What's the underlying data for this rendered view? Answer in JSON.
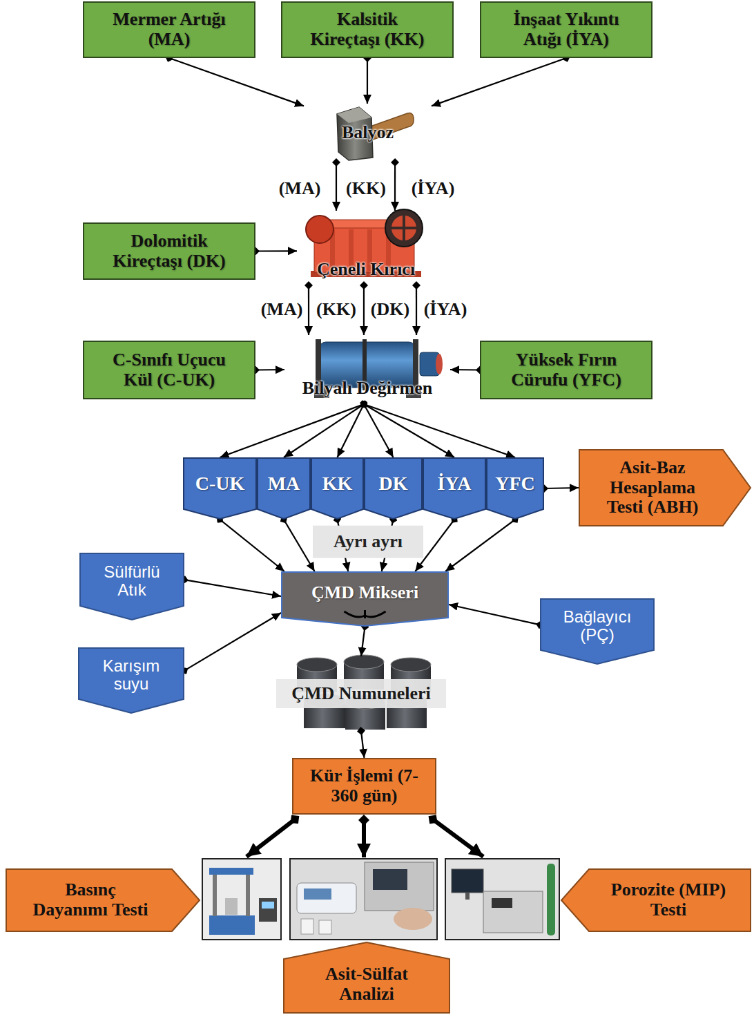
{
  "diagram": {
    "nodes": [
      {
        "text": [
          "Mermer Artığı (MA)"
        ]
      },
      {
        "text": [
          "Kalsitik Kireçtaşı (KK)"
        ]
      },
      {
        "text": [
          "İnşaat Yıkıntı Atığı (İYA)"
        ]
      },
      {
        "text": [
          "Balyoz"
        ]
      },
      {
        "text": [
          "Dolomitik Kireçtaşı (DK)"
        ]
      },
      {
        "text": [
          "Çeneli Kırıcı"
        ]
      },
      {
        "text": [
          "C-Sınıfı Uçucu Kül (C-UK)"
        ]
      },
      {
        "text": [
          "Bilyalı Değirmen"
        ]
      },
      {
        "text": [
          "Yüksek Fırın Cürufu (YFC)"
        ]
      },
      {
        "text": [
          "C-UK"
        ]
      },
      {
        "text": [
          "MA"
        ]
      },
      {
        "text": [
          "KK"
        ]
      },
      {
        "text": [
          "DK"
        ]
      },
      {
        "text": [
          "İYA"
        ]
      },
      {
        "text": [
          "YFC"
        ]
      },
      {
        "text": [
          "Asit-Baz Hesaplama Testi (ABH)"
        ]
      },
      {
        "text": [
          "Sülfürlü Atık"
        ]
      },
      {
        "text": [
          "ÇMD Mikseri"
        ]
      },
      {
        "text": [
          "Bağlayıcı (PÇ)"
        ]
      },
      {
        "text": [
          "Karışım suyu"
        ]
      },
      {
        "text": [
          "ÇMD Numuneleri"
        ]
      },
      {
        "text": [
          "Kür İşlemi (7-360 gün)"
        ]
      },
      {
        "text": [
          "Basınç Dayanımı Testi"
        ]
      },
      {
        "text": [
          "Porozite (MIP) Testi"
        ]
      },
      {
        "text": [
          "Asit-Sülfat Analizi"
        ]
      }
    ],
    "edges": [
      {
        "from": 0,
        "to": 3,
        "arrow": "to"
      },
      {
        "from": 1,
        "to": 3,
        "arrow": "to"
      },
      {
        "from": 2,
        "to": 3,
        "arrow": "to"
      },
      {
        "from": 3,
        "to": 5,
        "arrow": "to"
      },
      {
        "from": 3,
        "to": 5,
        "arrow": "to"
      },
      {
        "from": 4,
        "to": 5,
        "arrow": "to"
      },
      {
        "from": 5,
        "to": 7,
        "arrow": "to"
      },
      {
        "from": 5,
        "to": 7,
        "arrow": "to"
      },
      {
        "from": 5,
        "to": 7,
        "arrow": "to"
      },
      {
        "from": 6,
        "to": 7,
        "arrow": "to"
      },
      {
        "from": 8,
        "to": 7,
        "arrow": "to"
      },
      {
        "from": 7,
        "to": 9,
        "arrow": "to"
      },
      {
        "from": 7,
        "to": 10,
        "arrow": "to"
      },
      {
        "from": 7,
        "to": 11,
        "arrow": "to"
      },
      {
        "from": 7,
        "to": 12,
        "arrow": "to"
      },
      {
        "from": 7,
        "to": 13,
        "arrow": "to"
      },
      {
        "from": 7,
        "to": 14,
        "arrow": "to"
      },
      {
        "from": 14,
        "to": 15,
        "arrow": "to"
      },
      {
        "from": 9,
        "to": 17,
        "arrow": "to"
      },
      {
        "from": 10,
        "to": 17,
        "arrow": "to"
      },
      {
        "from": 11,
        "to": 17,
        "arrow": "to"
      },
      {
        "from": 12,
        "to": 17,
        "arrow": "to"
      },
      {
        "from": 13,
        "to": 17,
        "arrow": "to"
      },
      {
        "from": 14,
        "to": 17,
        "arrow": "to"
      },
      {
        "from": 16,
        "to": 17,
        "arrow": "to"
      },
      {
        "from": 19,
        "to": 17,
        "arrow": "to"
      },
      {
        "from": 18,
        "to": 17,
        "arrow": "to"
      },
      {
        "from": 17,
        "to": 20,
        "arrow": "to"
      },
      {
        "from": 20,
        "to": 21,
        "arrow": "to"
      }
    ],
    "labels": [
      "(MA)",
      "(KK)",
      "(İYA)",
      "(MA)",
      "(KK)",
      "(DK)",
      "(İYA)",
      "Ayrı ayrı"
    ]
  }
}
